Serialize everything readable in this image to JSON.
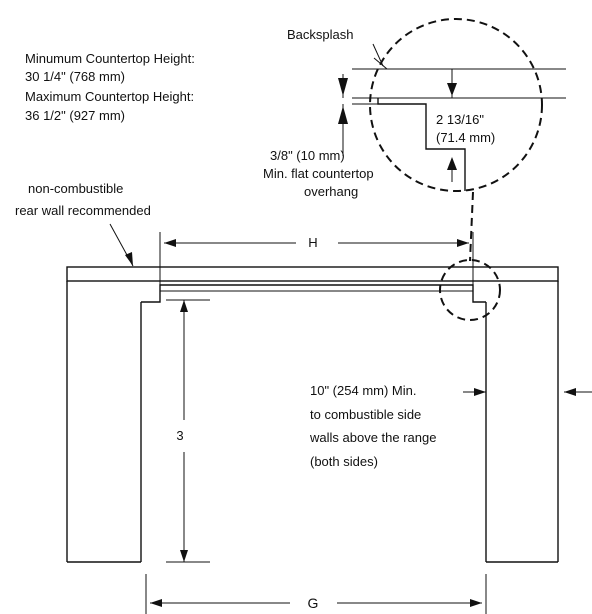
{
  "labels": {
    "min_height_label": "Minumum  Countertop Height:",
    "min_height_value": "30 1/4\" (768 mm)",
    "max_height_label": "Maximum  Countertop Height:",
    "max_height_value": "36 1/2\" (927 mm)",
    "backsplash": "Backsplash",
    "depth_line1": "2 13/16\"",
    "depth_line2": "(71.4 mm)",
    "overhang_line1": "3/8\" (10 mm)",
    "overhang_line2": "Min. flat countertop",
    "overhang_line3": "overhang",
    "rear_wall_line1": "non-combustible",
    "rear_wall_line2": "rear wall recommended",
    "dim_h": "H",
    "dim_3": "3",
    "dim_g": "G",
    "side_line1": "10\" (254 mm) Min.",
    "side_line2": "to combustible side",
    "side_line3": "walls above the range",
    "side_line4": "(both sides)"
  }
}
